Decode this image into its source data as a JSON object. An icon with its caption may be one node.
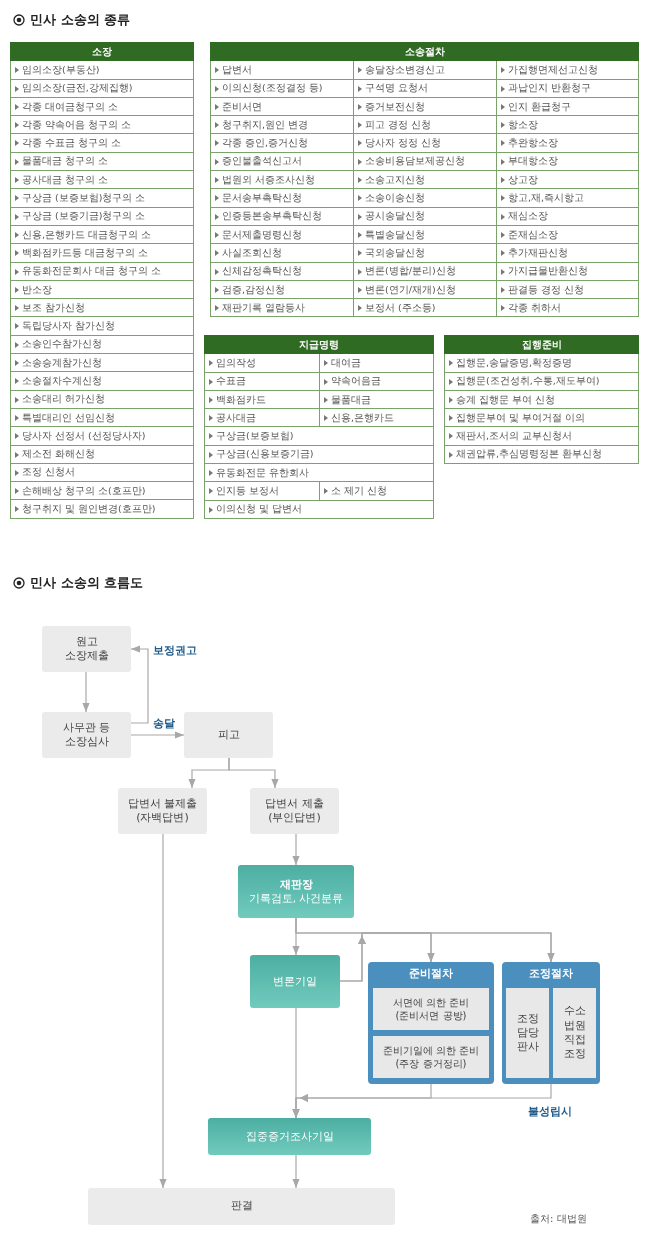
{
  "diagram": {
    "nodes": [
      {
        "text": [
          "원고 소장제출"
        ]
      },
      {
        "text": [
          "사무관 등 소장심사"
        ]
      },
      {
        "text": [
          "피고"
        ]
      },
      {
        "text": [
          "답변서 불제출 (자백답변)"
        ]
      },
      {
        "text": [
          "답변서 제출 (부인답변)"
        ]
      },
      {
        "text": [
          "재판장",
          "기록검토, 사건분류"
        ]
      },
      {
        "text": [
          "변론기일"
        ]
      },
      {
        "text": [
          "준비절차"
        ]
      },
      {
        "text": [
          "서면에 의한 준비 (준비서면 공방)"
        ],
        "in": 7
      },
      {
        "text": [
          "준비기일에 의한 준비 (주장 증거정리)"
        ],
        "in": 7
      },
      {
        "text": [
          "조정절차"
        ]
      },
      {
        "text": [
          "조정 담당 판사"
        ],
        "in": 10
      },
      {
        "text": [
          "수소 법원 직접 조정"
        ],
        "in": 10
      },
      {
        "text": [
          "집중증거조사기일"
        ]
      },
      {
        "text": [
          "판결"
        ]
      }
    ],
    "edges": [
      {
        "from": 0,
        "to": 1,
        "arrow": "to"
      },
      {
        "from": 1,
        "to": 0,
        "arrow": "to",
        "label": "보정권고"
      },
      {
        "from": 1,
        "to": 2,
        "arrow": "to",
        "label": "송달"
      },
      {
        "from": 2,
        "to": 3,
        "arrow": "to"
      },
      {
        "from": 2,
        "to": 4,
        "arrow": "to"
      },
      {
        "from": 5,
        "to": 6,
        "arrow": "to"
      },
      {
        "from": 5,
        "to": 7,
        "arrow": "to"
      },
      {
        "from": 5,
        "to": 10,
        "arrow": "to"
      },
      {
        "from": 6,
        "to": 7,
        "arrow": "to"
      },
      {
        "from": 6,
        "to": 10,
        "arrow": "to"
      },
      {
        "from": 6,
        "to": 13,
        "arrow": "to"
      },
      {
        "from": 7,
        "to": 13,
        "arrow": "to"
      },
      {
        "from": 10,
        "to": 13,
        "arrow": "to",
        "label": "불성립시"
      },
      {
        "from": 3,
        "to": 14,
        "arrow": "to"
      },
      {
        "from": 13,
        "to": 14,
        "arrow": "to"
      },
      {
        "from": 4,
        "to": 5,
        "arrow": "to"
      }
    ],
    "labels": [
      "민사 소송의 종류",
      "소장",
      "임의소장(부동산)",
      "임의소장(금전,강제집행)",
      "각종 대여금청구의 소",
      "각종 약속어음 청구의 소",
      "각종 수표금 청구의 소",
      "물품대금 청구의 소",
      "공사대금 청구의 소",
      "구상금 (보증보험)청구의 소",
      "구상금 (보증기금)청구의 소",
      "신용,은행카드 대금청구의 소",
      "백화점카드등 대금청구의 소",
      "유동화전문회사 대금 청구의 소",
      "반소장",
      "보조 참가신청",
      "독립당사자 참가신청",
      "소송인수참가신청",
      "소송승계참가신청",
      "소송절차수계신청",
      "소송대리 허가신청",
      "특별대리인 선임신청",
      "당사자 선정서 (선정당사자)",
      "제소전 화해신청",
      "조정 신청서",
      "손해배상 청구의 소(호프만)",
      "청구취지 및 원인변경(호프만)",
      "소송절차",
      "답변서",
      "송달장소변경신고",
      "가집행면제선고신청",
      "이의신청(조정결정 등)",
      "구석명 요청서",
      "과납인지 반환청구",
      "준비서면",
      "증거보전신청",
      "인지 환급청구",
      "청구취지,원인 변경",
      "피고 경정 신청",
      "항소장",
      "각종 증인,증거신청",
      "당사자 정정 신청",
      "추완항소장",
      "증인불출석신고서",
      "소송비용담보제공신청",
      "부대항소장",
      "법원외 서증조사신청",
      "소송고지신청",
      "상고장",
      "문서송부촉탁신청",
      "소송이송신청",
      "항고,재,즉시항고",
      "인증등본송부촉탁신청",
      "공시송달신청",
      "재심소장",
      "문서제출명령신청",
      "특별송달신청",
      "준재심소장",
      "사실조회신청",
      "국외송달신청",
      "추가재판신청",
      "신체감정촉탁신청",
      "변론(병합/분리)신청",
      "가지급물반환신청",
      "검증,감정신청",
      "변론(연기/재개)신청",
      "판결등 경정 신청",
      "재판기록 열람등사",
      "보정서 (주소등)",
      "각종 취하서",
      "지급명령",
      "임의작성",
      "대여금",
      "수표금",
      "약속어음금",
      "백화점카드",
      "물품대금",
      "공사대금",
      "신용,은행카드",
      "구상금(보증보험)",
      "구상금(신용보증기금)",
      "유동화전문 유한회사",
      "인지등 보정서",
      "소 제기 신청",
      "이의신청 및 답변서",
      "집행준비",
      "집행문,송달증명,확정증명",
      "집행문(조건성취,수통,재도부여)",
      "승계 집행문 부여 신청",
      "집행문부여 및 부여거절 이의",
      "재판서,조서의 교부신청서",
      "채권압류,추심명령정본 환부신청",
      "민사 소송의 흐름도",
      "출처: 대법원"
    ]
  }
}
